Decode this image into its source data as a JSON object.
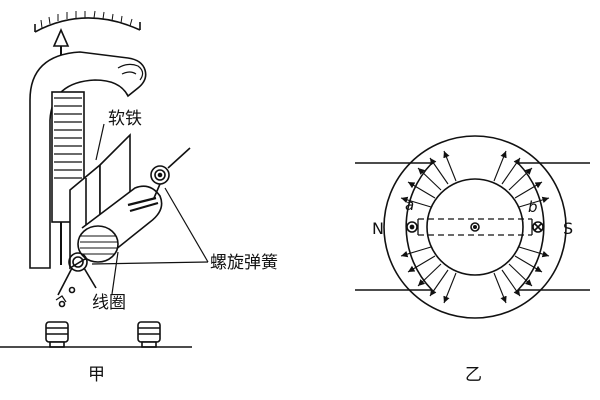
{
  "left_figure": {
    "caption": "甲",
    "labels": {
      "soft_iron": "软铁",
      "spiral_spring": "螺旋弹簧",
      "coil": "线圈"
    }
  },
  "right_figure": {
    "caption": "乙",
    "labels": {
      "north": "N",
      "south": "S",
      "side_a": "a",
      "side_b": "b"
    }
  },
  "colors": {
    "ink": "#111111",
    "paper": "#ffffff"
  }
}
